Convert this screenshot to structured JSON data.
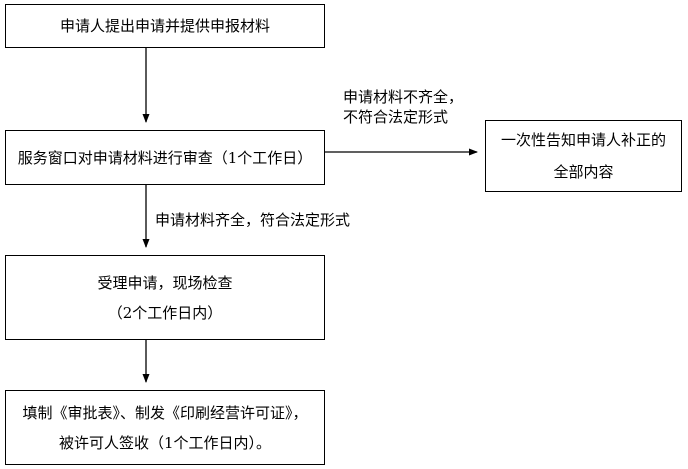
{
  "flow": {
    "step1": {
      "text": "申请人提出申请并提供申报材料"
    },
    "step2": {
      "text": "服务窗口对申请材料进行审查（1个工作日）"
    },
    "notify": {
      "line1": "一次性告知申请人补正的",
      "line2": "全部内容"
    },
    "step3": {
      "line1": "受理申请，现场检查",
      "line2": "（2个工作日内）"
    },
    "step4": {
      "line1": "填制《审批表》、制发《印刷经营许可证》，",
      "line2": "被许可人签收（1个工作日内）。"
    },
    "labels": {
      "incomplete_line1": "申请材料不齐全，",
      "incomplete_line2": "不符合法定形式",
      "complete": "申请材料齐全，符合法定形式"
    },
    "colors": {
      "line": "#000000",
      "background": "#ffffff"
    }
  }
}
